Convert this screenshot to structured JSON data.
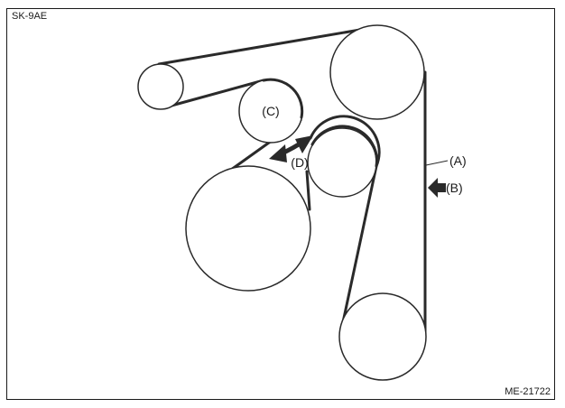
{
  "header": {
    "code": "SK-9AE"
  },
  "footer": {
    "code": "ME-21722"
  },
  "labels": {
    "a": "(A)",
    "b": "(B)",
    "c": "(C)",
    "d": "(D)"
  },
  "colors": {
    "line": "#2a2a2a",
    "fill": "#ffffff"
  }
}
